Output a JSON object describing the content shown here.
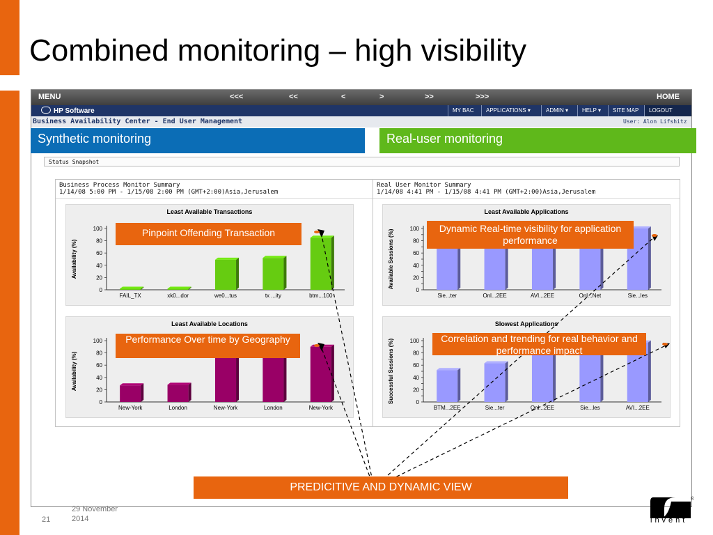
{
  "slide": {
    "title": "Combined monitoring – high visibility",
    "page_number": "21",
    "date": "29 November 2014",
    "brand_word": "invent"
  },
  "app": {
    "menubar": {
      "menu": "MENU",
      "nav": [
        "<<<",
        "<<",
        "<",
        ">",
        ">>",
        ">>>"
      ],
      "home": "HOME"
    },
    "hpbar": {
      "logo": "HP Software",
      "items": [
        "MY BAC",
        "APPLICATIONS ▾",
        "ADMIN ▾",
        "HELP ▾",
        "SITE MAP",
        "LOGOUT"
      ]
    },
    "bacbar": {
      "title": "Business Availability Center - End User Management",
      "user": "User: Alon Lifshitz"
    },
    "status_snapshot": "Status Snapshot",
    "bpm_panel": {
      "title": "Business Process Monitor Summary",
      "range": "1/14/08 5:00 PM - 1/15/08 2:00 PM (GMT+2:00)Asia,Jerusalem"
    },
    "rum_panel": {
      "title": "Real User Monitor Summary",
      "range": "1/14/08 4:41 PM - 1/15/08 4:41 PM (GMT+2:00)Asia,Jerusalem"
    }
  },
  "overlays": {
    "synthetic": "Synthetic monitoring",
    "real_user": "Real-user monitoring",
    "pinpoint": "Pinpoint Offending Transaction",
    "dynamic": "Dynamic Real-time visibility for application performance",
    "performance": "Performance Over time by Geography",
    "correlation": "Correlation and trending for real behavior and  performance impact",
    "predictive": "PREDICITIVE AND DYNAMIC VIEW"
  },
  "colors": {
    "accent": "#e8650f",
    "synthetic": "#0b6db6",
    "real_user": "#5fb81b",
    "green_bar": "#66cc11",
    "purple_bar": "#990066",
    "lavender_bar": "#9999ff"
  },
  "chart_data": [
    {
      "id": "c1",
      "type": "bar",
      "title": "Least Available Transactions",
      "ylabel": "Availability (%)",
      "xlabel": "",
      "ylim": [
        0,
        100
      ],
      "yticks": [
        0,
        20,
        40,
        60,
        80,
        100
      ],
      "categories": [
        "FAIL_TX",
        "xk0...dor",
        "we0...tus",
        "tx ...ity",
        "btm...100"
      ],
      "values": [
        0,
        0,
        49,
        52,
        85
      ],
      "color": "#66cc11"
    },
    {
      "id": "c2",
      "type": "bar",
      "title": "Least Available Applications",
      "ylabel": "Available Sessions (%)",
      "xlabel": "",
      "ylim": [
        0,
        100
      ],
      "yticks": [
        0,
        10,
        20,
        30,
        40,
        50,
        60,
        70,
        80,
        90,
        100
      ],
      "categories": [
        "Sie...ter",
        "Onl...2EE",
        "AVI...2EE",
        "Onl...Net",
        "Sie...les"
      ],
      "values": [
        69,
        96,
        97,
        98,
        100
      ],
      "color": "#9999ff"
    },
    {
      "id": "c3",
      "type": "bar",
      "title": "Least Available Locations",
      "ylabel": "Availability (%)",
      "xlabel": "",
      "ylim": [
        0,
        100
      ],
      "yticks": [
        0,
        20,
        40,
        60,
        80,
        100
      ],
      "categories": [
        "New-York",
        "London",
        "New-York",
        "London",
        "New-York"
      ],
      "values": [
        27,
        28,
        80,
        82,
        90
      ],
      "color": "#990066"
    },
    {
      "id": "c4",
      "type": "bar",
      "title": "Slowest Applications",
      "ylabel": "Successful Sessions (%)",
      "xlabel": "",
      "ylim": [
        0,
        100
      ],
      "yticks": [
        0,
        10,
        20,
        30,
        40,
        50,
        60,
        70,
        80,
        90,
        100
      ],
      "categories": [
        "BTM...2EE",
        "Sie...ter",
        "Onl...2EE",
        "Sie...les",
        "AVI...2EE"
      ],
      "values": [
        52,
        63,
        95,
        96,
        97
      ],
      "color": "#9999ff"
    }
  ]
}
